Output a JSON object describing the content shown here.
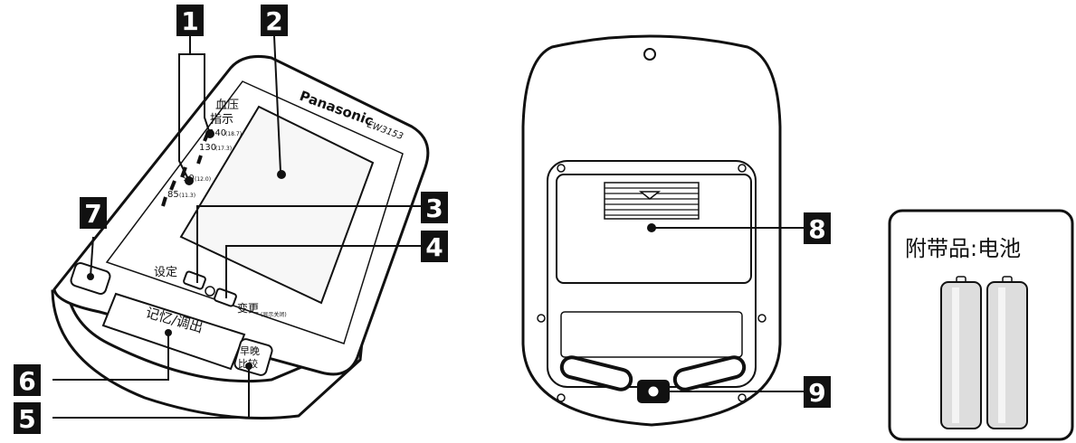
{
  "callouts": {
    "c1": "1",
    "c2": "2",
    "c3": "3",
    "c4": "4",
    "c5": "5",
    "c6": "6",
    "c7": "7",
    "c8": "8",
    "c9": "9"
  },
  "front": {
    "brand": "Panasonic",
    "model": "EW3153",
    "bp_indicator_line1": "血压",
    "bp_indicator_line2": "指示",
    "scale_140": "140",
    "scale_140_kpa": "(18.7)",
    "scale_130": "130",
    "scale_130_kpa": "(17.3)",
    "scale_90": "90",
    "scale_90_kpa": "(12.0)",
    "scale_85": "85",
    "scale_85_kpa": "(11.3)",
    "set_label": "设定",
    "change_label": "变更",
    "change_sub": "(显示关闭)",
    "memory_label": "记忆/调出",
    "morning_evening": "早晚",
    "compare": "比较"
  },
  "accessory": {
    "title": "附带品:电池"
  },
  "colors": {
    "ink": "#111111",
    "paper": "#ffffff",
    "screen": "#f2f2f2"
  }
}
